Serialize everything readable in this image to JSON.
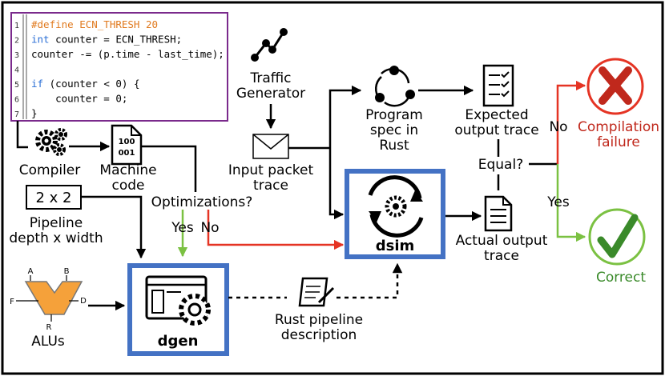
{
  "code": {
    "line_numbers": [
      "1",
      "2",
      "3",
      "4",
      "5",
      "6",
      "7"
    ],
    "lines": [
      {
        "parts": [
          {
            "t": "#define ECN_THRESH 20",
            "c": "#e07a1f"
          }
        ]
      },
      {
        "parts": [
          {
            "t": "int",
            "c": "#2b6fd6"
          },
          {
            "t": " counter = ECN_THRESH;",
            "c": "#000000"
          }
        ]
      },
      {
        "parts": [
          {
            "t": "counter -= (p.time - last_time);",
            "c": "#000000"
          }
        ]
      },
      {
        "parts": []
      },
      {
        "parts": [
          {
            "t": "if",
            "c": "#2b6fd6"
          },
          {
            "t": " (counter < 0) {",
            "c": "#000000"
          }
        ]
      },
      {
        "parts": [
          {
            "t": "    counter = 0;",
            "c": "#000000"
          }
        ]
      },
      {
        "parts": [
          {
            "t": "}",
            "c": "#000000"
          }
        ]
      }
    ]
  },
  "labels": {
    "compiler": "Compiler",
    "machine_code_1": "Machine",
    "machine_code_2": "code",
    "binary_1": "100",
    "binary_2": "001",
    "pipeline_value": "2 x 2",
    "pipeline_1": "Pipeline",
    "pipeline_2": "depth x width",
    "optimizations": "Optimizations?",
    "opt_yes": "Yes",
    "opt_no": "No",
    "traffic_1": "Traffic",
    "traffic_2": "Generator",
    "input_1": "Input packet",
    "input_2": "trace",
    "spec_1": "Program",
    "spec_2": "spec in",
    "spec_3": "Rust",
    "expected_1": "Expected",
    "expected_2": "output trace",
    "equal": "Equal?",
    "eq_no": "No",
    "eq_yes": "Yes",
    "fail_1": "Compilation",
    "fail_2": "failure",
    "correct": "Correct",
    "actual_1": "Actual output",
    "actual_2": "trace",
    "dsim": "dsim",
    "dgen": "dgen",
    "rust_desc_1": "Rust pipeline",
    "rust_desc_2": "description",
    "alus": "ALUs",
    "alu_a": "A",
    "alu_b": "B",
    "alu_f": "F",
    "alu_d": "D",
    "alu_r": "R"
  },
  "colors": {
    "box_blue": "#4472c4",
    "code_border": "#7a2a8c",
    "red": "#e53424",
    "green": "#7bc142",
    "fail_text": "#c0281c",
    "correct_text": "#3a8a2a",
    "alu_fill": "#f5a13a"
  }
}
